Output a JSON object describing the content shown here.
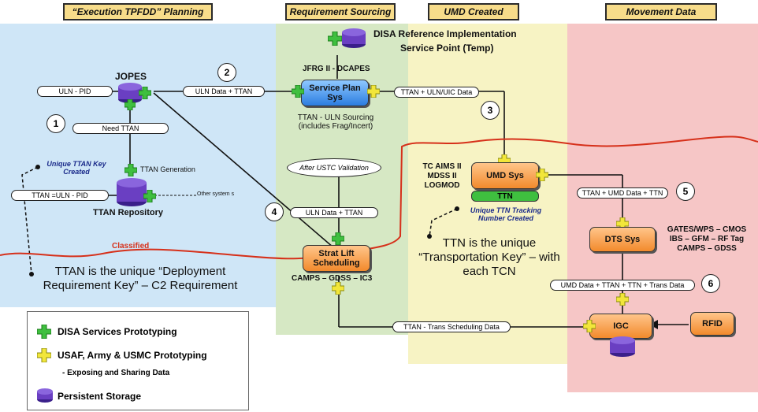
{
  "headers": {
    "planning": "“Execution TPFDD” Planning",
    "sourcing": "Requirement Sourcing",
    "umd": "UMD Created",
    "movement": "Movement Data"
  },
  "disa_ref": {
    "line1": "DISA Reference Implementation",
    "line2": "Service Point (Temp)"
  },
  "systems": {
    "jopes": "JOPES",
    "jfrg": "JFRG II - DCAPES",
    "service_plan": "Service Plan Sys",
    "service_plan_caption": "TTAN - ULN Sourcing (includes Frag/Incert)",
    "ttan_generation": "TTAN Generation",
    "ttan_repository": "TTAN Repository",
    "other_systems": "Other system s",
    "after_ustc": "After USTC Validation",
    "strat_lift": "Strat Lift Scheduling",
    "strat_lift_caption": "CAMPS – GDSS – IC3",
    "tc_aims": "TC AIMS II MDSS II LOGMOD",
    "umd_sys": "UMD Sys",
    "ttn": "TTN",
    "dts_sys": "DTS Sys",
    "dts_caption": "GATES/WPS – CMOS IBS – GFM – RF Tag CAMPS – GDSS",
    "igc": "IGC",
    "rfid": "RFID"
  },
  "pills": {
    "uln_pid": "ULN - PID",
    "uln_data_ttan": "ULN Data + TTAN",
    "need_ttan": "Need TTAN",
    "ttan_uln_pid": "TTAN =ULN - PID",
    "ttan_uln_uic": "TTAN + ULN/UIC Data",
    "uln_data_ttan2": "ULN Data + TTAN",
    "ttan_umd_ttn": "TTAN + UMD Data + TTN",
    "umd_ttan_ttn_trans": "UMD Data + TTAN + TTN + Trans Data",
    "ttan_trans_sched": "TTAN - Trans Scheduling Data"
  },
  "steps": [
    "1",
    "2",
    "3",
    "4",
    "5",
    "6"
  ],
  "notes": {
    "unique_ttan": "Unique TTAN Key Created",
    "unique_ttn": "Unique TTN Tracking Number Created",
    "classified": "Classified"
  },
  "statements": {
    "ttan_key": "TTAN is the unique “Deployment Requirement Key” – C2 Requirement",
    "ttn_key": "TTN is the unique “Transportation Key” – with each TCN"
  },
  "legend": {
    "disa": "DISA Services Prototyping",
    "services": "USAF, Army & USMC Prototyping",
    "services_sub": "- Exposing and Sharing Data",
    "storage": "Persistent Storage"
  },
  "colors": {
    "planning_zone": "#cfe6f7",
    "sourcing_zone": "#d6e8c4",
    "umd_zone": "#f7f3c4",
    "movement_zone": "#f6c6c6",
    "disa_green": "#3fbf3f",
    "service_yellow": "#f2e63a",
    "storage_purple": "#6a3fc2",
    "classified_red": "#d6301a"
  }
}
